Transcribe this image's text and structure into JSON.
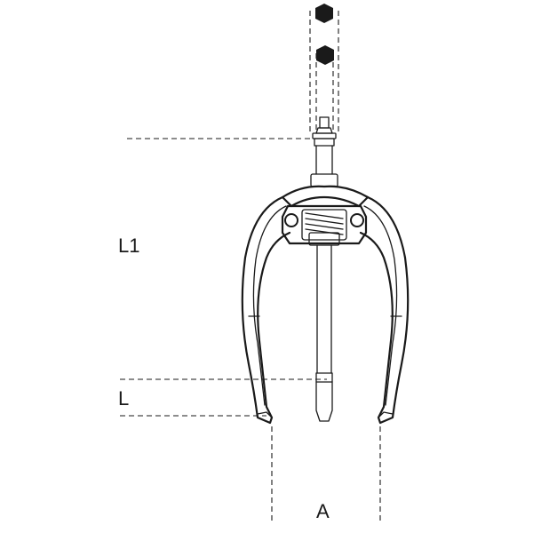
{
  "diagram": {
    "dimensions": [
      {
        "id": "L1",
        "label": "L1"
      },
      {
        "id": "L",
        "label": "L"
      },
      {
        "id": "A",
        "label": "A"
      }
    ]
  }
}
